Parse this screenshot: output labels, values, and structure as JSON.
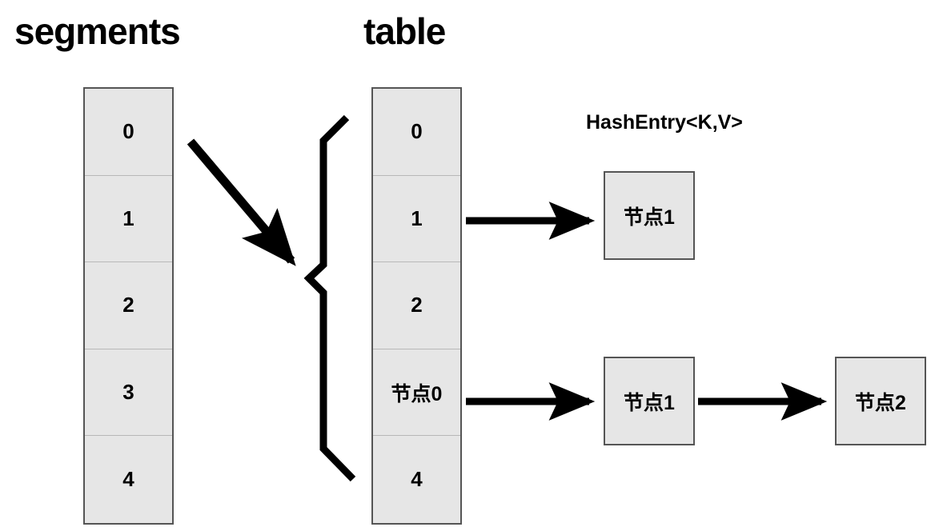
{
  "diagram": {
    "titles": {
      "segments": "segments",
      "table": "table"
    },
    "labels": {
      "hash_entry": "HashEntry<K,V>"
    },
    "colors": {
      "cell_fill": "#e6e6e6",
      "cell_border": "#555555",
      "cell_divider": "#b8b8b8",
      "stroke": "#000000",
      "background": "#ffffff"
    },
    "segments_array": {
      "name": "segments",
      "cells": [
        {
          "index": 0,
          "label": "0"
        },
        {
          "index": 1,
          "label": "1"
        },
        {
          "index": 2,
          "label": "2"
        },
        {
          "index": 3,
          "label": "3"
        },
        {
          "index": 4,
          "label": "4"
        }
      ]
    },
    "table_array": {
      "name": "table",
      "cells": [
        {
          "index": 0,
          "label": "0"
        },
        {
          "index": 1,
          "label": "1"
        },
        {
          "index": 2,
          "label": "2"
        },
        {
          "index": 3,
          "label": "节点0"
        },
        {
          "index": 4,
          "label": "4"
        }
      ]
    },
    "entry_chains": [
      {
        "from_table_index": 1,
        "nodes": [
          {
            "label": "节点1"
          }
        ]
      },
      {
        "from_table_index": 3,
        "nodes": [
          {
            "label": "节点1"
          },
          {
            "label": "节点2"
          }
        ]
      }
    ],
    "connectors": [
      {
        "name": "segments-to-table-arrow",
        "kind": "arrow",
        "shape": "diagonal"
      },
      {
        "name": "table-group-brace",
        "kind": "brace",
        "shape": "curly-left"
      },
      {
        "name": "table-1-to-node-arrow",
        "kind": "arrow",
        "shape": "horizontal"
      },
      {
        "name": "table-3-to-node-arrow",
        "kind": "arrow",
        "shape": "horizontal"
      },
      {
        "name": "node1-to-node2-arrow",
        "kind": "arrow",
        "shape": "horizontal"
      }
    ]
  }
}
